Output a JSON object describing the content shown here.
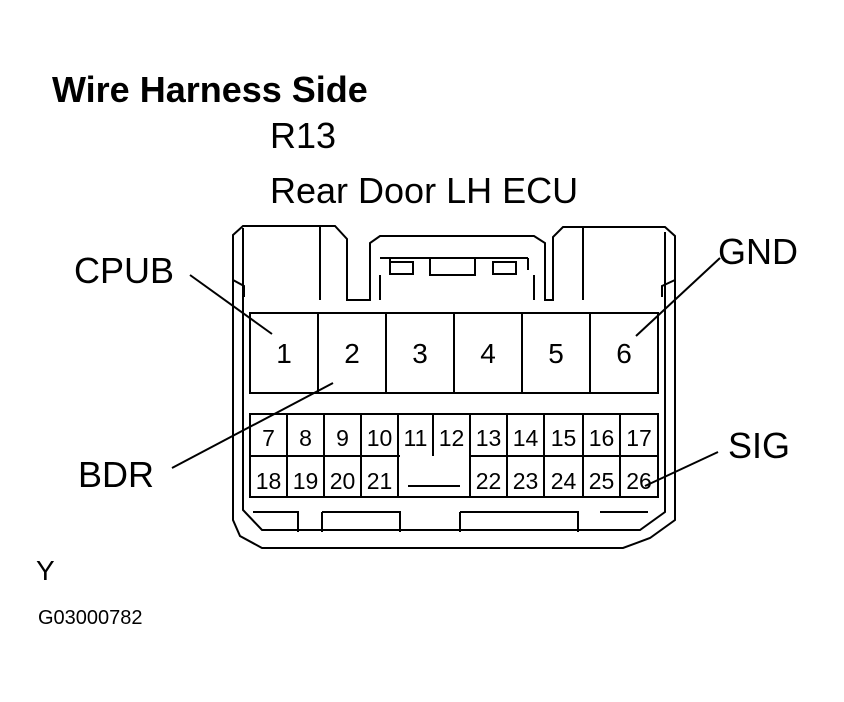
{
  "title": "Wire Harness Side",
  "connector": {
    "code": "R13",
    "name": "Rear Door LH ECU"
  },
  "callouts": {
    "cpub": "CPUB",
    "gnd": "GND",
    "bdr": "BDR",
    "sig": "SIG"
  },
  "large_pins": [
    "1",
    "2",
    "3",
    "4",
    "5",
    "6"
  ],
  "small_pins_top": [
    "7",
    "8",
    "9",
    "10",
    "11",
    "12",
    "13",
    "14",
    "15",
    "16",
    "17"
  ],
  "small_pins_bottom_left": [
    "18",
    "19",
    "20",
    "21"
  ],
  "small_pins_bottom_right": [
    "22",
    "23",
    "24",
    "25",
    "26"
  ],
  "footer": {
    "mark": "Y",
    "figure_id": "G03000782"
  }
}
